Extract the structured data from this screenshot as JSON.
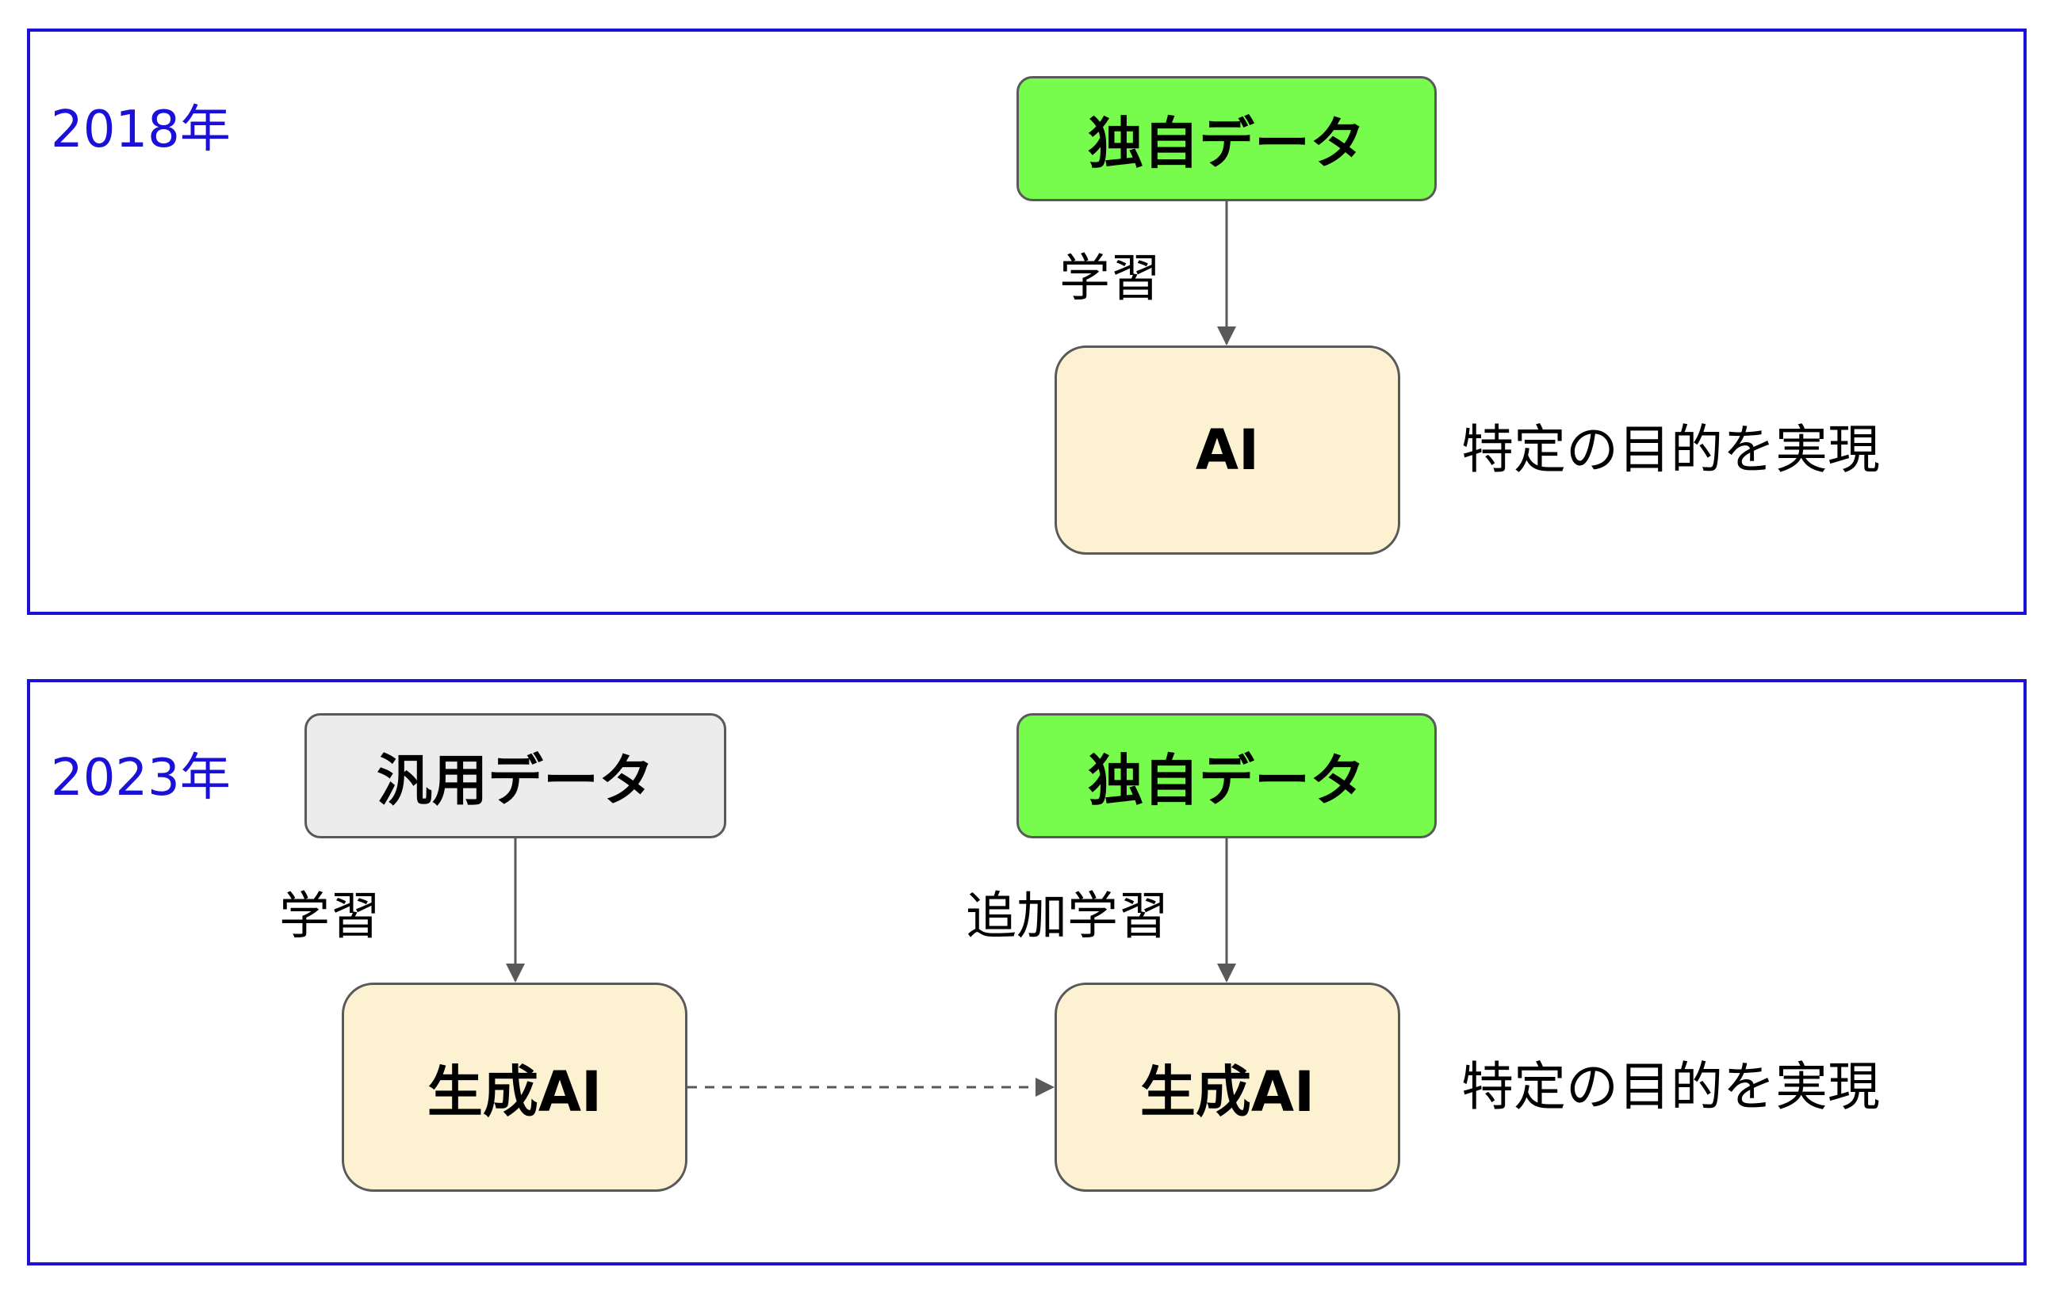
{
  "panels": [
    {
      "year": "2018年",
      "proprietary_data_label": "独自データ",
      "edge_label": "学習",
      "ai_label": "AI",
      "result_label": "特定の目的を実現"
    },
    {
      "year": "2023年",
      "general_data_label": "汎用データ",
      "general_edge_label": "学習",
      "proprietary_data_label": "独自データ",
      "proprietary_edge_label": "追加学習",
      "source_ai_label": "生成AI",
      "target_ai_label": "生成AI",
      "result_label": "特定の目的を実現"
    }
  ],
  "colors": {
    "panel_border": "#1a10d8",
    "year_text": "#1a10d8",
    "proprietary_data_fill": "#77fc4d",
    "general_data_fill": "#ececec",
    "ai_fill": "#fcf1d1",
    "box_border": "#595959",
    "arrow": "#595959"
  }
}
